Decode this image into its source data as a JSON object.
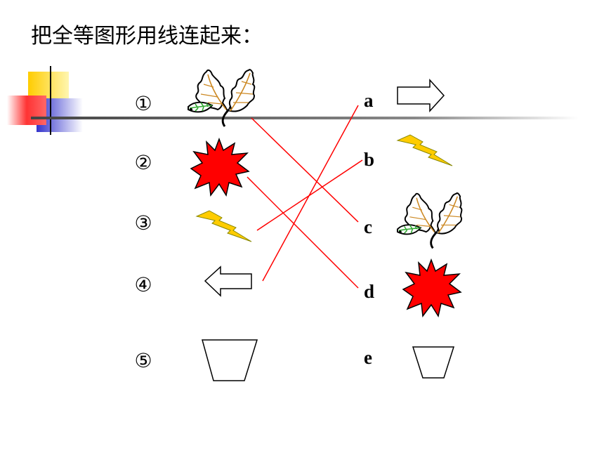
{
  "instruction": "把全等图形用线连起来：",
  "left_labels": [
    "①",
    "②",
    "③",
    "④",
    "⑤"
  ],
  "right_labels": [
    "a",
    "b",
    "c",
    "d",
    "e"
  ],
  "left_shapes": [
    "leaf-icon",
    "explosion-icon",
    "lightning-icon",
    "arrow-left-icon",
    "trapezoid-icon"
  ],
  "right_shapes": [
    "arrow-right-icon",
    "lightning-icon",
    "leaf-icon",
    "explosion-icon",
    "trapezoid-icon"
  ],
  "connections": [
    {
      "from": "①",
      "to": "c"
    },
    {
      "from": "②",
      "to": "d"
    },
    {
      "from": "③",
      "to": "b"
    },
    {
      "from": "④",
      "to": "a"
    }
  ],
  "colors": {
    "connector_line": "#ff0000",
    "explosion_fill": "#ff0000",
    "lightning_fill": "#ffcc00",
    "deco_yellow": "#ffcc00",
    "deco_blue": "#3333cc",
    "deco_red": "#ff3333"
  }
}
